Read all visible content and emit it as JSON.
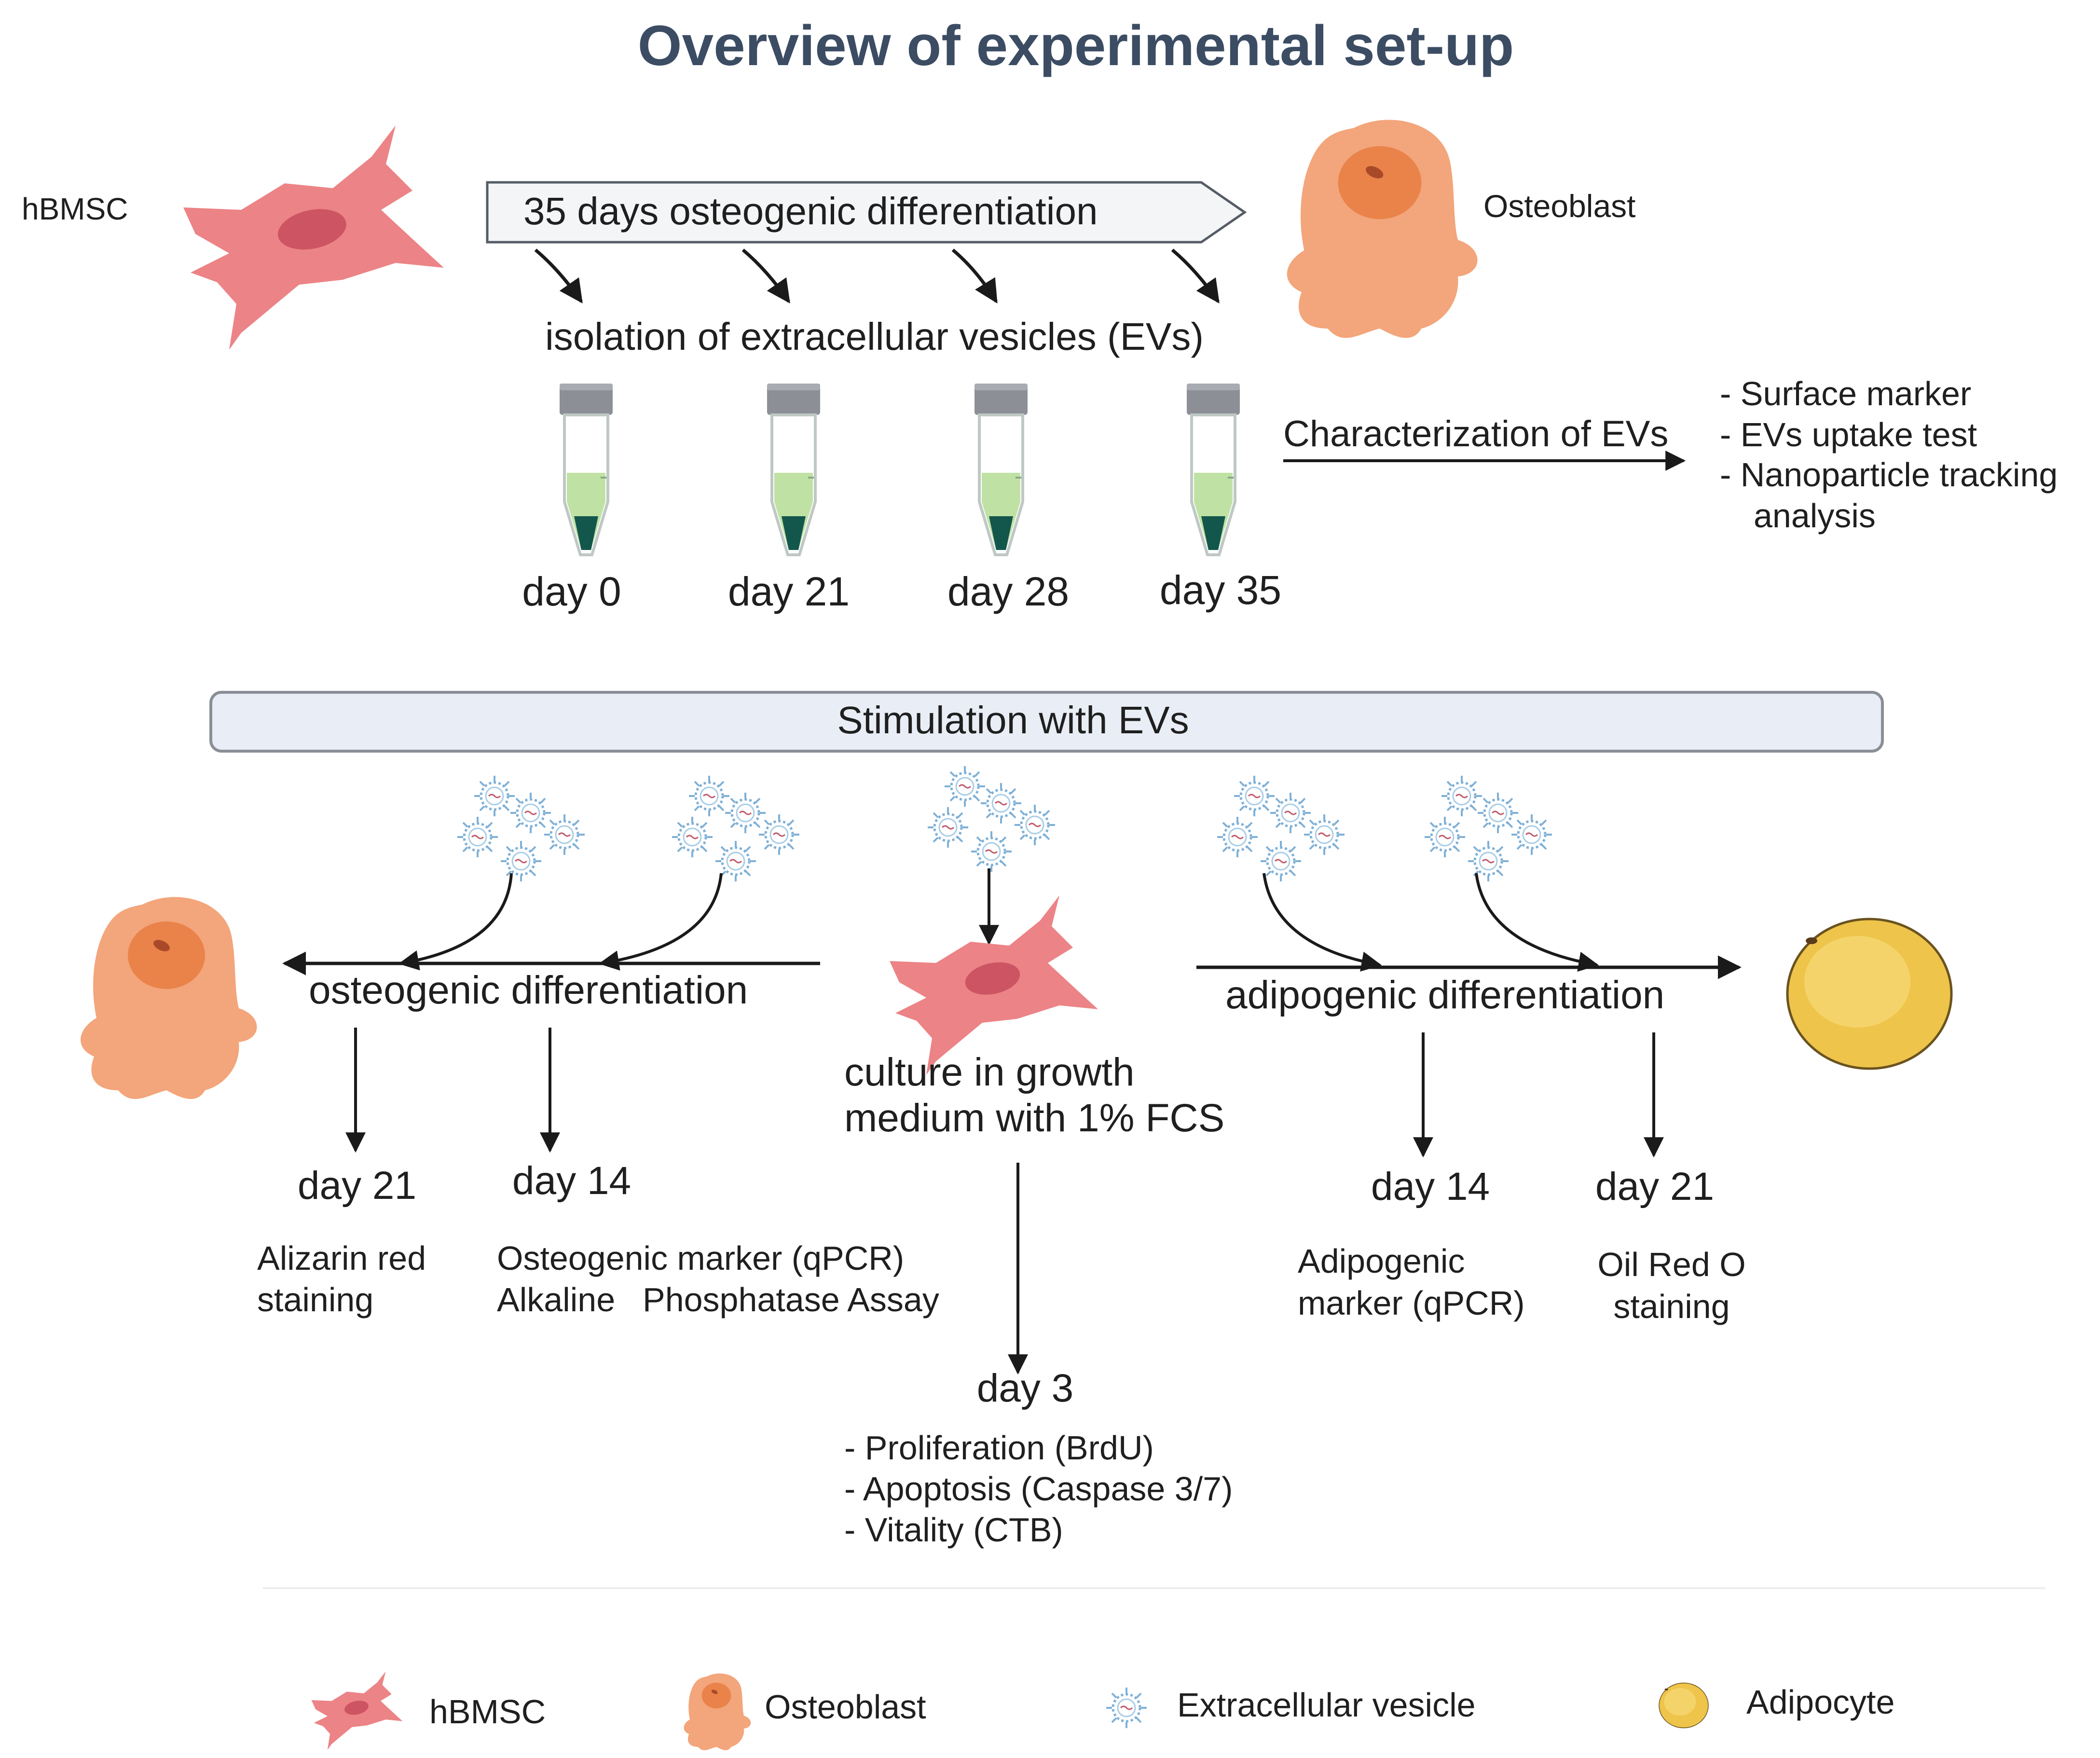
{
  "title": "Overview of experimental set-up",
  "top": {
    "source_cell_label": "hBMSC",
    "differentiation_arrow": "35 days osteogenic differentiation",
    "target_cell_label": "Osteoblast",
    "isolation_label": "isolation of extracellular vesicles (EVs)",
    "tubes": [
      "day 0",
      "day 21",
      "day 28",
      "day 35"
    ],
    "characterization_label": "Characterization of EVs",
    "characterization_items": [
      "- Surface marker",
      "- EVs uptake test",
      "- Nanoparticle tracking",
      "analysis"
    ]
  },
  "stimulation": {
    "banner": "Stimulation with EVs",
    "osteogenic_label": "osteogenic differentiation",
    "adipogenic_label": "adipogenic differentiation",
    "culture_label_line1": "culture in growth",
    "culture_label_line2": "medium with 1% FCS",
    "osteo_day_a": "day 21",
    "osteo_day_b": "day 14",
    "osteo_a_line1": "Alizarin red",
    "osteo_a_line2": "staining",
    "osteo_b_line1": "Osteogenic marker (qPCR)",
    "osteo_b_line2a": "Alkaline",
    "osteo_b_line2b": "Phosphatase Assay",
    "culture_day": "day 3",
    "culture_items": [
      "- Proliferation (BrdU)",
      "- Apoptosis (Caspase 3/7)",
      "- Vitality (CTB)"
    ],
    "adipo_day_a": "day 14",
    "adipo_day_b": "day 21",
    "adipo_a_line1": "Adipogenic",
    "adipo_a_line2": "marker (qPCR)",
    "adipo_b_line1": "Oil Red O",
    "adipo_b_line2": "staining"
  },
  "legend": {
    "hbmsc": "hBMSC",
    "osteoblast": "Osteoblast",
    "ev": "Extracellular vesicle",
    "adipocyte": "Adipocyte"
  },
  "colors": {
    "title": "#3b4c63",
    "hbmsc": "#ec8386",
    "hbmsc_nucleus": "#cd5563",
    "osteoblast": "#f3a57b",
    "osteoblast_nucleus": "#e9834a",
    "adipocyte": "#eec44a",
    "ev": "#8ab9d8",
    "tube_liquid": "#bfe2a4",
    "tube_pellet": "#13574c",
    "banner_fill": "#e9edf5"
  }
}
